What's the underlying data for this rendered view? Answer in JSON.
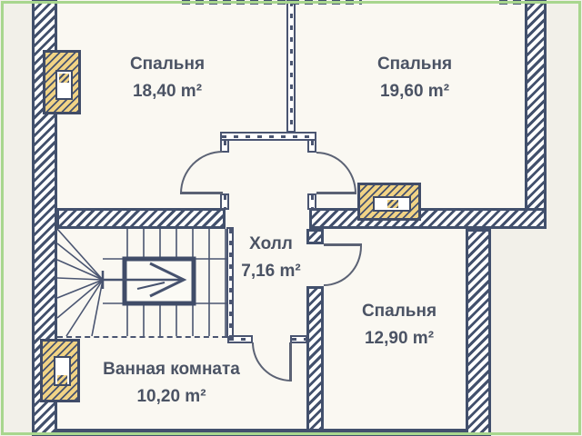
{
  "plan": {
    "type": "floor-plan",
    "language": "ru",
    "rooms": [
      {
        "id": "bedroom-1",
        "name": "Спальня",
        "area": "18,40 m²"
      },
      {
        "id": "bedroom-2",
        "name": "Спальня",
        "area": "19,60 m²"
      },
      {
        "id": "hall",
        "name": "Холл",
        "area": "7,16 m²"
      },
      {
        "id": "bedroom-3",
        "name": "Спальня",
        "area": "12,90 m²"
      },
      {
        "id": "bathroom",
        "name": "Ванная комната",
        "area": "10,20 m²"
      }
    ],
    "features": {
      "stairs": "u-shaped-winder-staircase-with-direction-arrow",
      "radiators": 3,
      "doors": 4
    },
    "colors": {
      "wall_outline": "#42506c",
      "radiator_fill": "#f1d385",
      "frame_green": "#a8d68e",
      "label_text": "#4b5364",
      "door_arc": "#5b6274",
      "floor": "#faf8f2",
      "background": "#f2f0e9"
    }
  }
}
